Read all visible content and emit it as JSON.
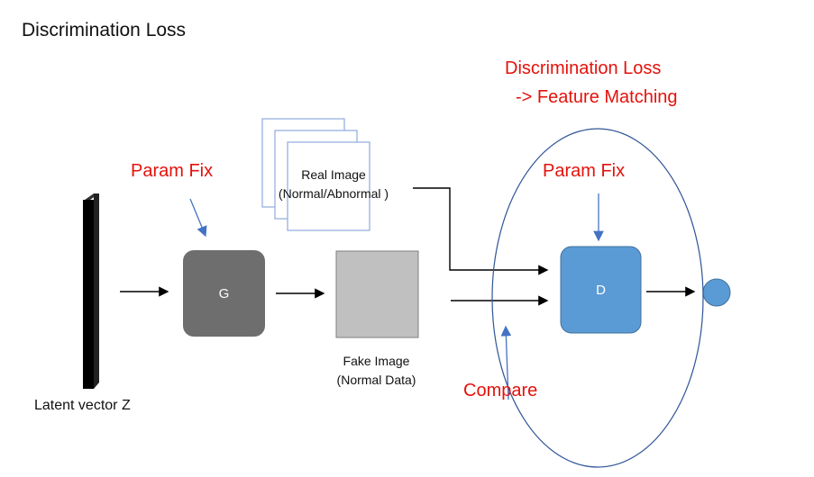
{
  "slide_title": "Discrimination Loss",
  "annotations": {
    "heading_line1": "Discrimination Loss",
    "heading_line2": "-> Feature Matching",
    "param_fix_generator": "Param Fix",
    "param_fix_discriminator": "Param Fix",
    "compare": "Compare"
  },
  "nodes": {
    "latent_label": "Latent vector Z",
    "generator_label": "G",
    "real_image_line1": "Real Image",
    "real_image_line2": "(Normal/Abnormal )",
    "fake_image_line1": "Fake Image",
    "fake_image_line2": "(Normal Data)",
    "discriminator_label": "D"
  },
  "colors": {
    "annotation_red": "#e3120b",
    "generator_fill": "#6e6e6e",
    "discriminator_fill": "#5b9bd5",
    "fake_image_fill": "#c0c0c0",
    "output_circle": "#5b9bd5",
    "ellipse_stroke": "#2f5597",
    "real_image_stroke": "#8faadc"
  }
}
